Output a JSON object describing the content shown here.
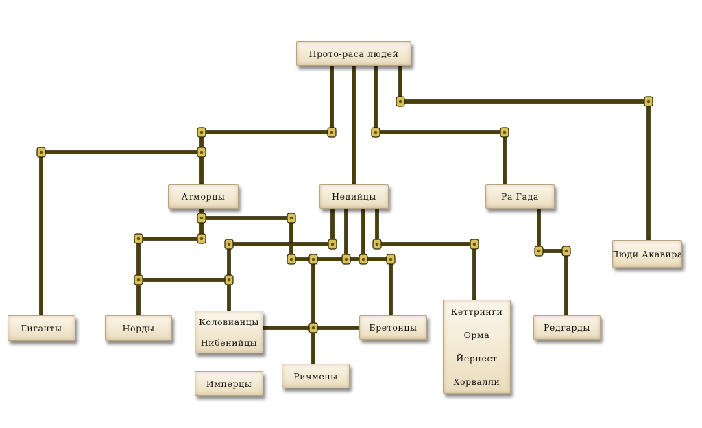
{
  "colors": {
    "pipe": "#4a3f08",
    "joint": "#d8c25a",
    "card": "#f3e9d2",
    "text": "#111111"
  },
  "tree": {
    "root": "Прото-раса людей",
    "atmora": "Атморцы",
    "nedes": "Недийцы",
    "ragada": "Ра Гада",
    "akavir": "Люди Акавира",
    "giants": "Гиганты",
    "nords": "Норды",
    "colovians": "Коловианцы",
    "nibeneans": "Нибенийцы",
    "imperials": "Имперцы",
    "reachmen": "Ричмены",
    "bretons": "Бретонцы",
    "keptu": "Кеттринги",
    "orma": "Орма",
    "yerpest": "Йерпест",
    "horvalli": "Хорвалли",
    "redguards": "Редгарды"
  }
}
